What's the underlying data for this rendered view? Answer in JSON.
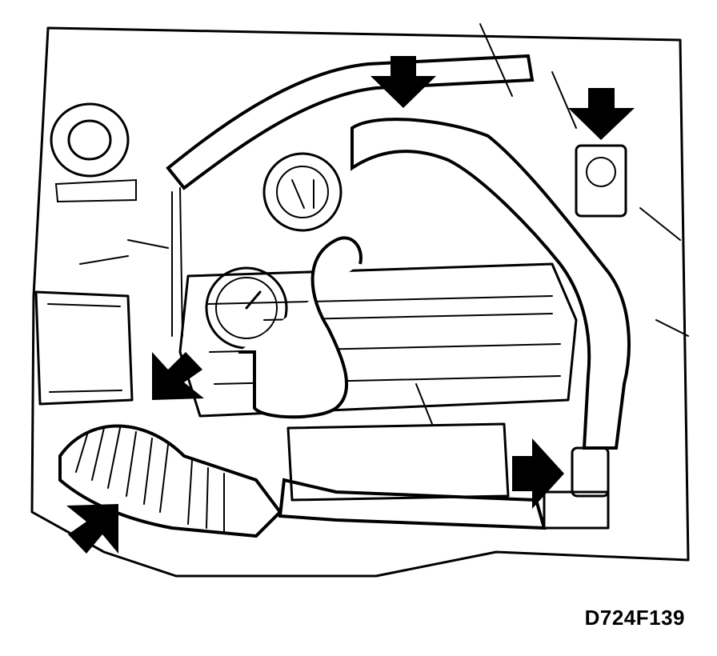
{
  "figure": {
    "code": "D724F139"
  },
  "arrows": [
    {
      "name": "arrow-top-center",
      "direction": "down"
    },
    {
      "name": "arrow-top-right",
      "direction": "down"
    },
    {
      "name": "arrow-left-middle",
      "direction": "down-left"
    },
    {
      "name": "arrow-bottom-left",
      "direction": "up-right"
    },
    {
      "name": "arrow-bottom-right",
      "direction": "right"
    }
  ],
  "colors": {
    "line": "#000000",
    "background": "#ffffff"
  }
}
